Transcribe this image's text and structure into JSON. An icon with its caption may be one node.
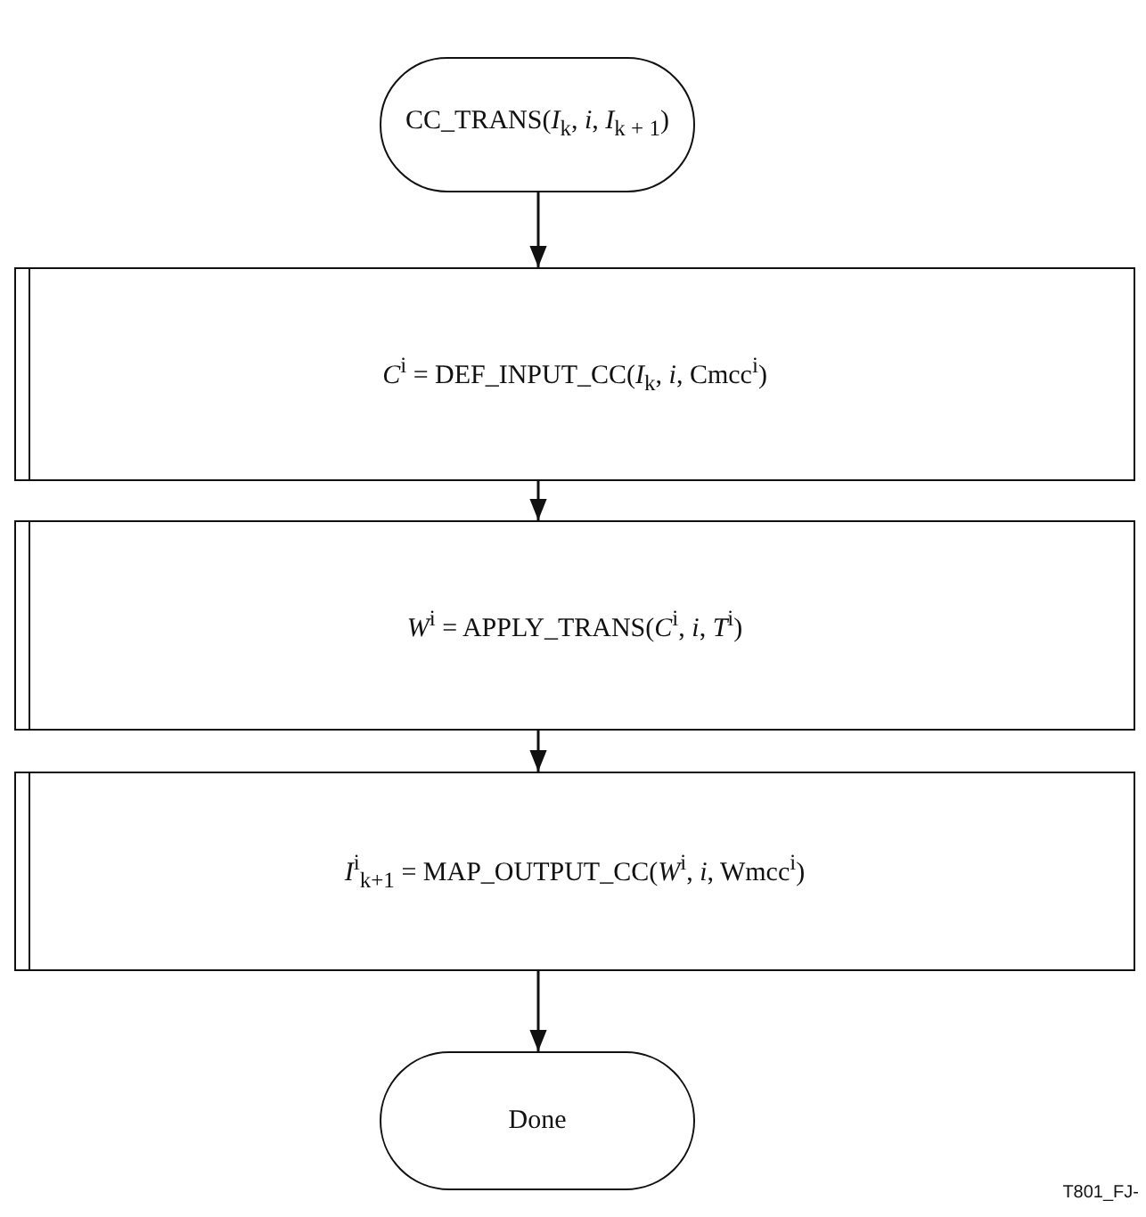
{
  "diagram": {
    "nodes": [
      {
        "text": [
          "CC_TRANS(*I*$_{k}$, *i*, *I*$_{k + 1}$)"
        ]
      },
      {
        "text": [
          "*C*$^{i}$ = DEF_INPUT_CC(*I*$_{k}$, *i*, Cmcc$^{i}$)"
        ]
      },
      {
        "text": [
          "*W*$^{i}$ = APPLY_TRANS(*C*$^{i}$, *i*, *T*$^{i}$)"
        ]
      },
      {
        "text": [
          "*I*$^{i}$$_{k+1}$ = MAP_OUTPUT_CC(*W*$^{i}$, *i*, Wmcc$^{i}$)"
        ]
      },
      {
        "text": [
          "Done"
        ]
      }
    ],
    "edges": [
      {
        "from": 0,
        "to": 1,
        "arrow": "to"
      },
      {
        "from": 1,
        "to": 2,
        "arrow": "to"
      },
      {
        "from": 2,
        "to": 3,
        "arrow": "to"
      },
      {
        "from": 3,
        "to": 4,
        "arrow": "to"
      }
    ],
    "labels": [
      "T801_FJ-"
    ]
  }
}
